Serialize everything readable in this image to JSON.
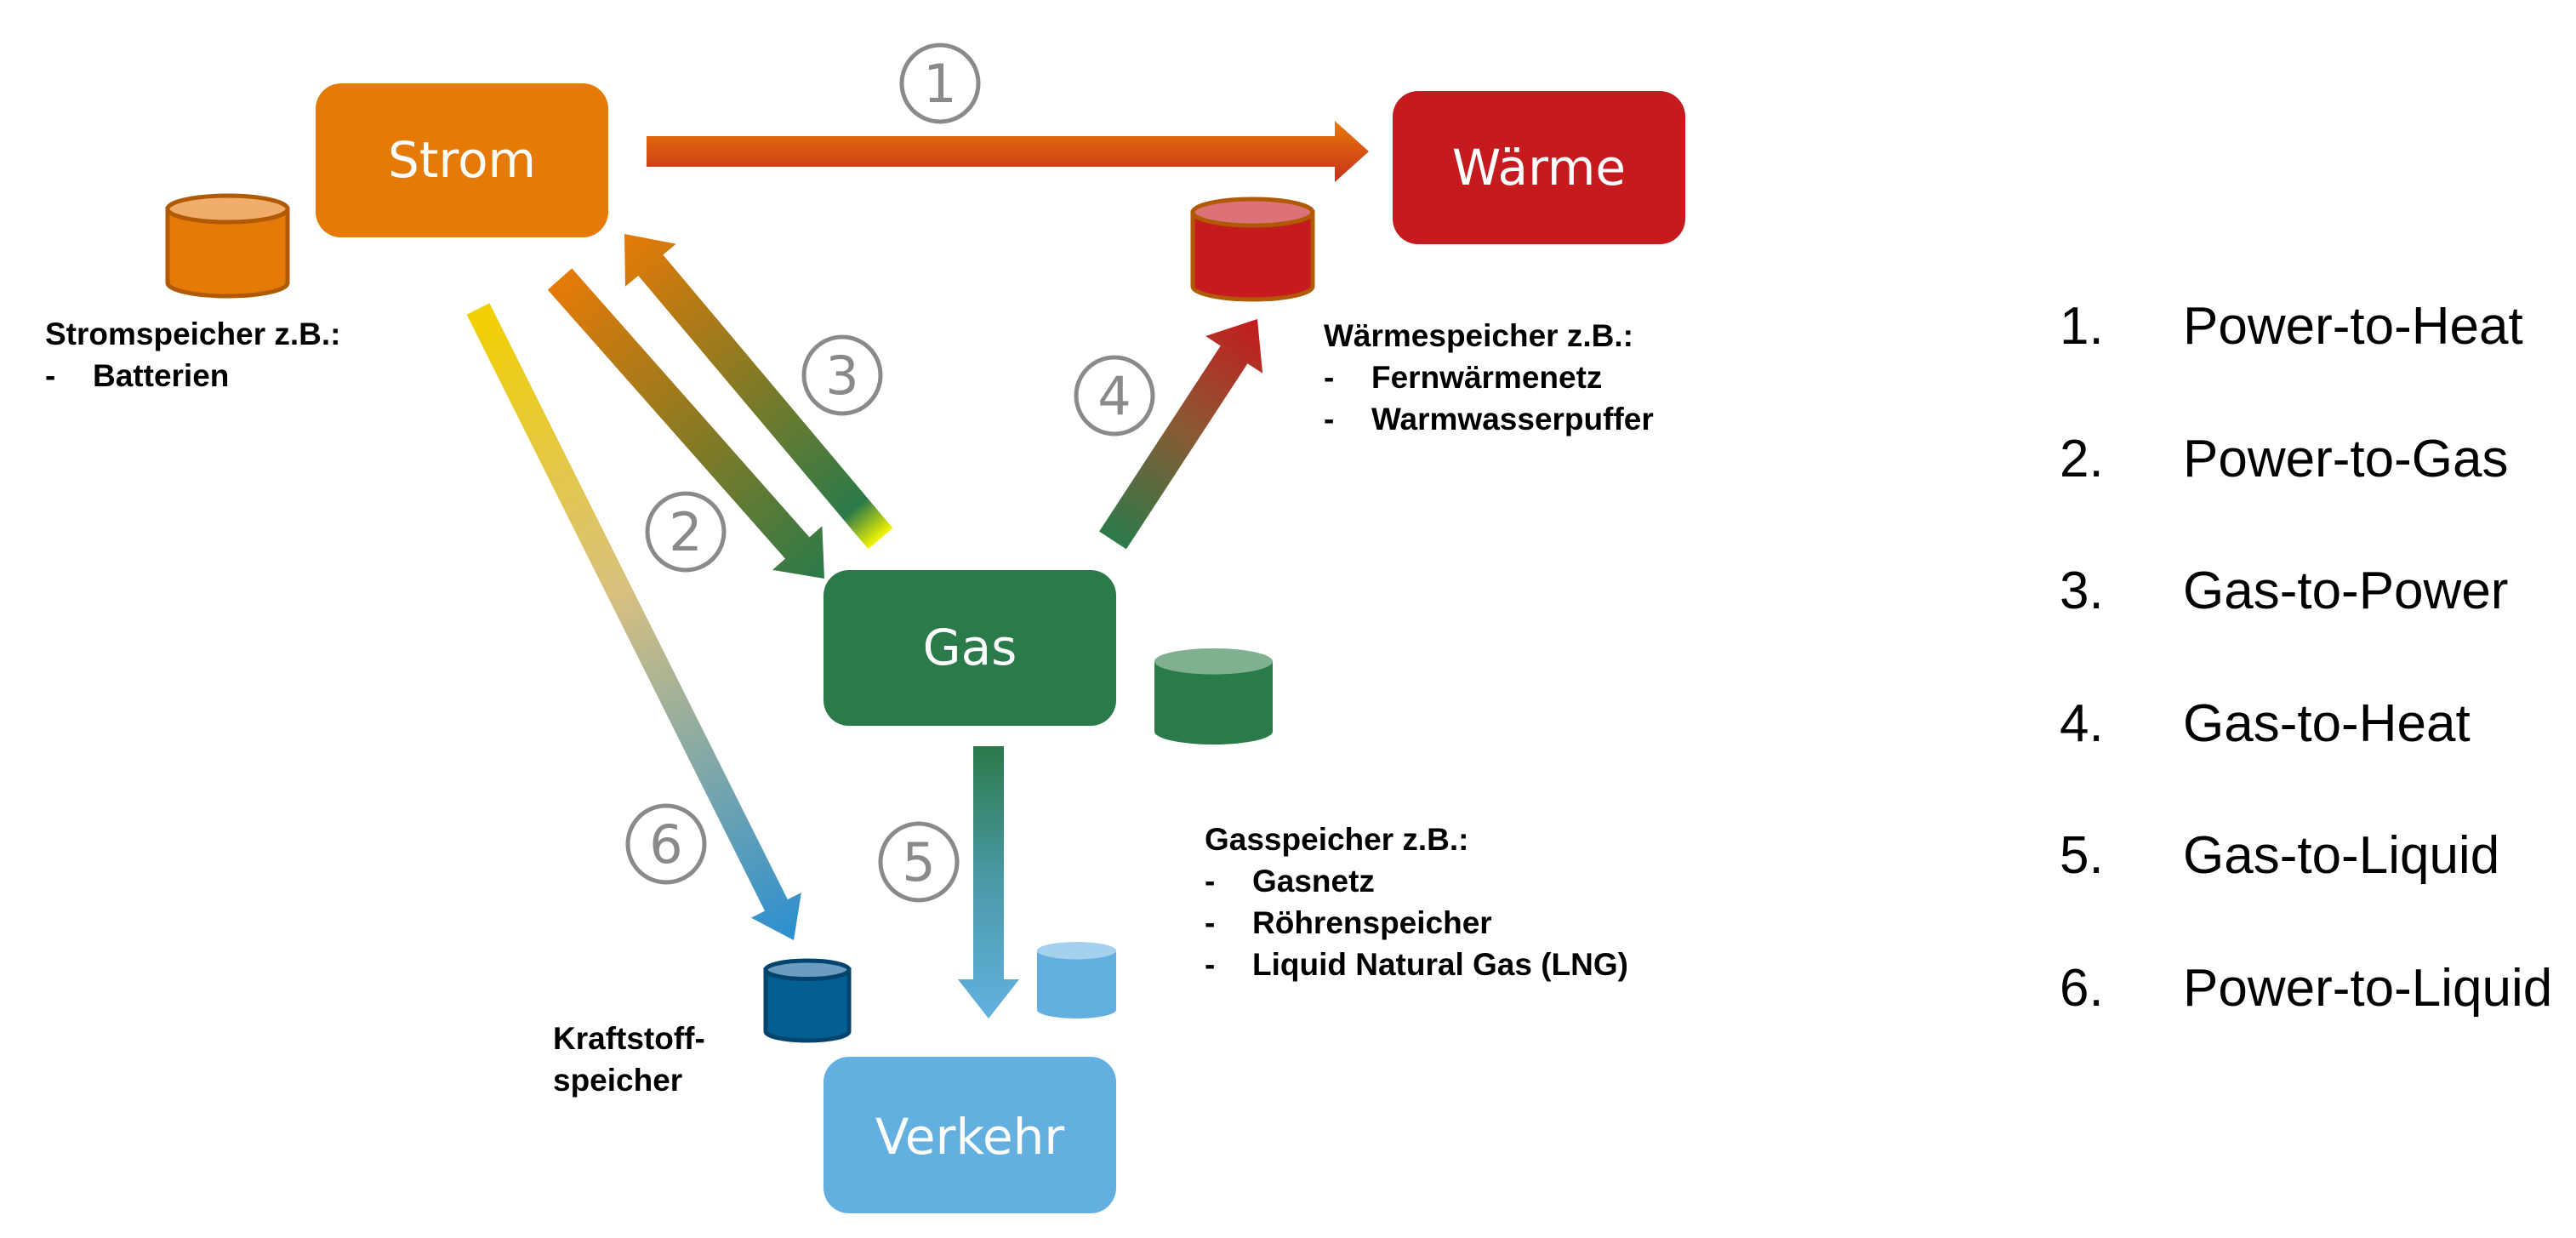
{
  "nodes": {
    "strom": {
      "label": "Strom",
      "color": "#E67A07"
    },
    "waerme": {
      "label": "Wärme",
      "color": "#C51A1E"
    },
    "gas": {
      "label": "Gas",
      "color": "#2B7A4A"
    },
    "verkehr": {
      "label": "Verkehr",
      "color": "#63B0E0"
    }
  },
  "storages": {
    "strom": {
      "title": "Stromspeicher z.B.:",
      "items": [
        "Batterien"
      ],
      "color": "#E67A07",
      "top_color": "#F0AD6C"
    },
    "waerme": {
      "title": "Wärmespeicher z.B.:",
      "items": [
        "Fernwärmenetz",
        "Warmwasserpuffer"
      ],
      "color": "#C51A1E",
      "top_color": "#DC7278"
    },
    "gas": {
      "title": "Gasspeicher z.B.:",
      "items": [
        "Gasnetz",
        "Röhrenspeicher",
        "Liquid Natural Gas (LNG)"
      ],
      "color": "#2B7A4A",
      "top_color": "#7FB08F"
    },
    "verkehr": {
      "color": "#63B0E0",
      "top_color": "#A5D0EE"
    },
    "kraftstoff": {
      "title_line1": "Kraftstoff-",
      "title_line2": "speicher",
      "color": "#035E92",
      "top_color": "#6A9DC0"
    }
  },
  "arrows": [
    {
      "number": "1",
      "from": "Strom",
      "to": "Wärme"
    },
    {
      "number": "2",
      "from": "Strom",
      "to": "Gas"
    },
    {
      "number": "3",
      "from": "Gas",
      "to": "Strom"
    },
    {
      "number": "4",
      "from": "Gas",
      "to": "Wärme"
    },
    {
      "number": "5",
      "from": "Gas",
      "to": "Verkehr"
    },
    {
      "number": "6",
      "from": "Strom",
      "to": "Kraftstoffspeicher"
    }
  ],
  "legend": [
    {
      "num": "1.",
      "label": "Power-to-Heat"
    },
    {
      "num": "2.",
      "label": "Power-to-Gas"
    },
    {
      "num": "3.",
      "label": "Gas-to-Power"
    },
    {
      "num": "4.",
      "label": "Gas-to-Heat"
    },
    {
      "num": "5.",
      "label": "Gas-to-Liquid"
    },
    {
      "num": "6.",
      "label": "Power-to-Liquid"
    }
  ]
}
